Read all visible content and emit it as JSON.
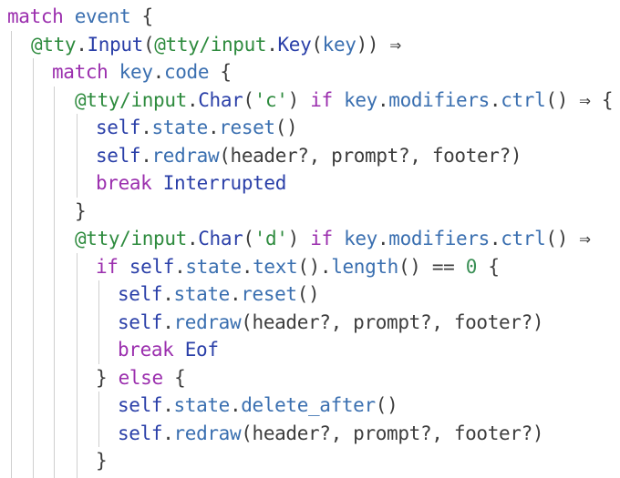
{
  "colors": {
    "background": "#ffffff",
    "plain": "#3d3d3d",
    "keyword": "#9b2fae",
    "variable": "#3a6fb0",
    "type": "#2a3fa8",
    "string": "#2e8b3e",
    "number": "#3a8f55",
    "guide": "#cfcfcf"
  },
  "editor": {
    "lines": [
      [
        {
          "t": "match",
          "c": "keyword"
        },
        {
          "t": " ",
          "c": "plain"
        },
        {
          "t": "event",
          "c": "variable"
        },
        {
          "t": " {",
          "c": "plain"
        }
      ],
      [
        {
          "t": "@tty",
          "c": "string"
        },
        {
          "t": ".",
          "c": "plain"
        },
        {
          "t": "Input",
          "c": "type"
        },
        {
          "t": "(",
          "c": "plain"
        },
        {
          "t": "@tty/input",
          "c": "string"
        },
        {
          "t": ".",
          "c": "plain"
        },
        {
          "t": "Key",
          "c": "type"
        },
        {
          "t": "(",
          "c": "plain"
        },
        {
          "t": "key",
          "c": "variable"
        },
        {
          "t": ")) ⇒",
          "c": "plain"
        }
      ],
      [
        {
          "t": "match",
          "c": "keyword"
        },
        {
          "t": " ",
          "c": "plain"
        },
        {
          "t": "key",
          "c": "variable"
        },
        {
          "t": ".",
          "c": "plain"
        },
        {
          "t": "code",
          "c": "variable"
        },
        {
          "t": " {",
          "c": "plain"
        }
      ],
      [
        {
          "t": "@tty/input",
          "c": "string"
        },
        {
          "t": ".",
          "c": "plain"
        },
        {
          "t": "Char",
          "c": "type"
        },
        {
          "t": "(",
          "c": "plain"
        },
        {
          "t": "'c'",
          "c": "string"
        },
        {
          "t": ") ",
          "c": "plain"
        },
        {
          "t": "if",
          "c": "keyword"
        },
        {
          "t": " ",
          "c": "plain"
        },
        {
          "t": "key",
          "c": "variable"
        },
        {
          "t": ".",
          "c": "plain"
        },
        {
          "t": "modifiers",
          "c": "variable"
        },
        {
          "t": ".",
          "c": "plain"
        },
        {
          "t": "ctrl",
          "c": "variable"
        },
        {
          "t": "() ⇒ {",
          "c": "plain"
        }
      ],
      [
        {
          "t": "self",
          "c": "type"
        },
        {
          "t": ".",
          "c": "plain"
        },
        {
          "t": "state",
          "c": "variable"
        },
        {
          "t": ".",
          "c": "plain"
        },
        {
          "t": "reset",
          "c": "variable"
        },
        {
          "t": "()",
          "c": "plain"
        }
      ],
      [
        {
          "t": "self",
          "c": "type"
        },
        {
          "t": ".",
          "c": "plain"
        },
        {
          "t": "redraw",
          "c": "variable"
        },
        {
          "t": "(header?, prompt?, footer?)",
          "c": "plain"
        }
      ],
      [
        {
          "t": "break",
          "c": "keyword"
        },
        {
          "t": " ",
          "c": "plain"
        },
        {
          "t": "Interrupted",
          "c": "type"
        }
      ],
      [
        {
          "t": "}",
          "c": "plain"
        }
      ],
      [
        {
          "t": "@tty/input",
          "c": "string"
        },
        {
          "t": ".",
          "c": "plain"
        },
        {
          "t": "Char",
          "c": "type"
        },
        {
          "t": "(",
          "c": "plain"
        },
        {
          "t": "'d'",
          "c": "string"
        },
        {
          "t": ") ",
          "c": "plain"
        },
        {
          "t": "if",
          "c": "keyword"
        },
        {
          "t": " ",
          "c": "plain"
        },
        {
          "t": "key",
          "c": "variable"
        },
        {
          "t": ".",
          "c": "plain"
        },
        {
          "t": "modifiers",
          "c": "variable"
        },
        {
          "t": ".",
          "c": "plain"
        },
        {
          "t": "ctrl",
          "c": "variable"
        },
        {
          "t": "() ⇒",
          "c": "plain"
        }
      ],
      [
        {
          "t": "if",
          "c": "keyword"
        },
        {
          "t": " ",
          "c": "plain"
        },
        {
          "t": "self",
          "c": "type"
        },
        {
          "t": ".",
          "c": "plain"
        },
        {
          "t": "state",
          "c": "variable"
        },
        {
          "t": ".",
          "c": "plain"
        },
        {
          "t": "text",
          "c": "variable"
        },
        {
          "t": "().",
          "c": "plain"
        },
        {
          "t": "length",
          "c": "variable"
        },
        {
          "t": "() == ",
          "c": "plain"
        },
        {
          "t": "0",
          "c": "number"
        },
        {
          "t": " {",
          "c": "plain"
        }
      ],
      [
        {
          "t": "self",
          "c": "type"
        },
        {
          "t": ".",
          "c": "plain"
        },
        {
          "t": "state",
          "c": "variable"
        },
        {
          "t": ".",
          "c": "plain"
        },
        {
          "t": "reset",
          "c": "variable"
        },
        {
          "t": "()",
          "c": "plain"
        }
      ],
      [
        {
          "t": "self",
          "c": "type"
        },
        {
          "t": ".",
          "c": "plain"
        },
        {
          "t": "redraw",
          "c": "variable"
        },
        {
          "t": "(header?, prompt?, footer?)",
          "c": "plain"
        }
      ],
      [
        {
          "t": "break",
          "c": "keyword"
        },
        {
          "t": " ",
          "c": "plain"
        },
        {
          "t": "Eof",
          "c": "type"
        }
      ],
      [
        {
          "t": "} ",
          "c": "plain"
        },
        {
          "t": "else",
          "c": "keyword"
        },
        {
          "t": " {",
          "c": "plain"
        }
      ],
      [
        {
          "t": "self",
          "c": "type"
        },
        {
          "t": ".",
          "c": "plain"
        },
        {
          "t": "state",
          "c": "variable"
        },
        {
          "t": ".",
          "c": "plain"
        },
        {
          "t": "delete_after",
          "c": "variable"
        },
        {
          "t": "()",
          "c": "plain"
        }
      ],
      [
        {
          "t": "self",
          "c": "type"
        },
        {
          "t": ".",
          "c": "plain"
        },
        {
          "t": "redraw",
          "c": "variable"
        },
        {
          "t": "(header?, prompt?, footer?)",
          "c": "plain"
        }
      ],
      [
        {
          "t": "}",
          "c": "plain"
        }
      ]
    ]
  }
}
